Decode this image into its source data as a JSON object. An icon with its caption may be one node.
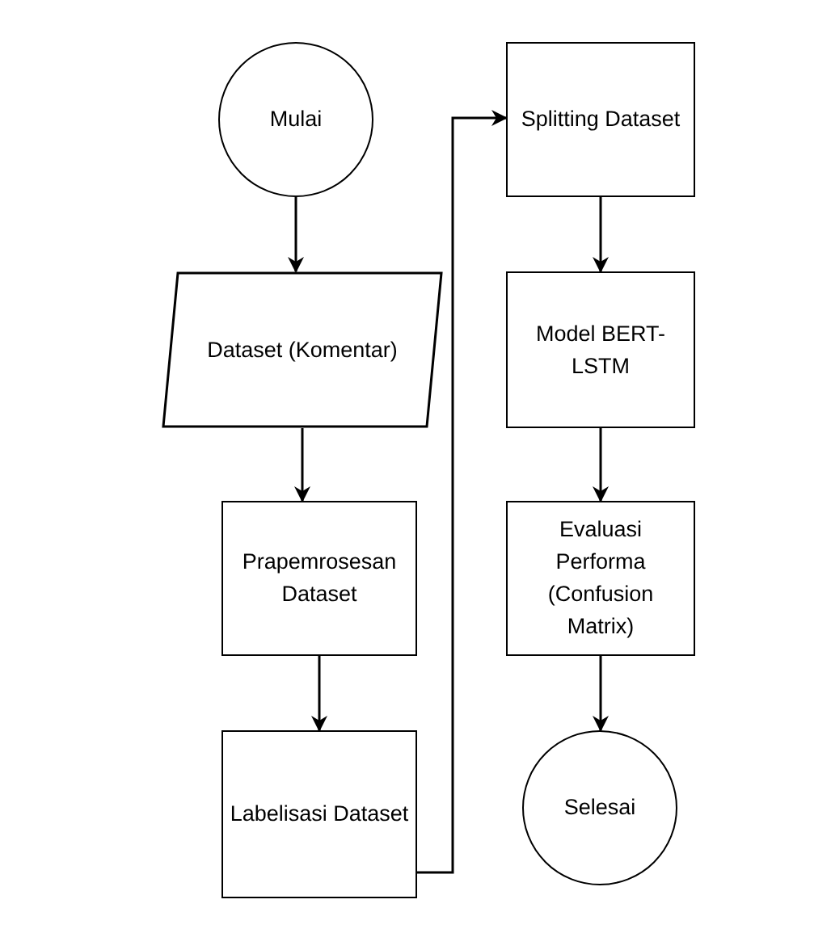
{
  "diagram": {
    "nodes": [
      {
        "text": [
          "Mulai"
        ]
      },
      {
        "text": [
          "Dataset (Komentar)"
        ]
      },
      {
        "text": [
          "Prapemrosesan Dataset"
        ]
      },
      {
        "text": [
          "Labelisasi Dataset"
        ]
      },
      {
        "text": [
          "Splitting Dataset"
        ]
      },
      {
        "text": [
          "Model BERT-LSTM"
        ]
      },
      {
        "text": [
          "Evaluasi Performa (Confusion Matrix)"
        ]
      },
      {
        "text": [
          "Selesai"
        ]
      }
    ],
    "edges": [
      {
        "from": 0,
        "to": 1,
        "arrow": "to"
      },
      {
        "from": 1,
        "to": 2,
        "arrow": "to"
      },
      {
        "from": 2,
        "to": 3,
        "arrow": "to"
      },
      {
        "from": 3,
        "to": 4,
        "arrow": "to"
      },
      {
        "from": 4,
        "to": 5,
        "arrow": "to"
      },
      {
        "from": 5,
        "to": 6,
        "arrow": "to"
      },
      {
        "from": 6,
        "to": 7,
        "arrow": "to"
      }
    ]
  }
}
